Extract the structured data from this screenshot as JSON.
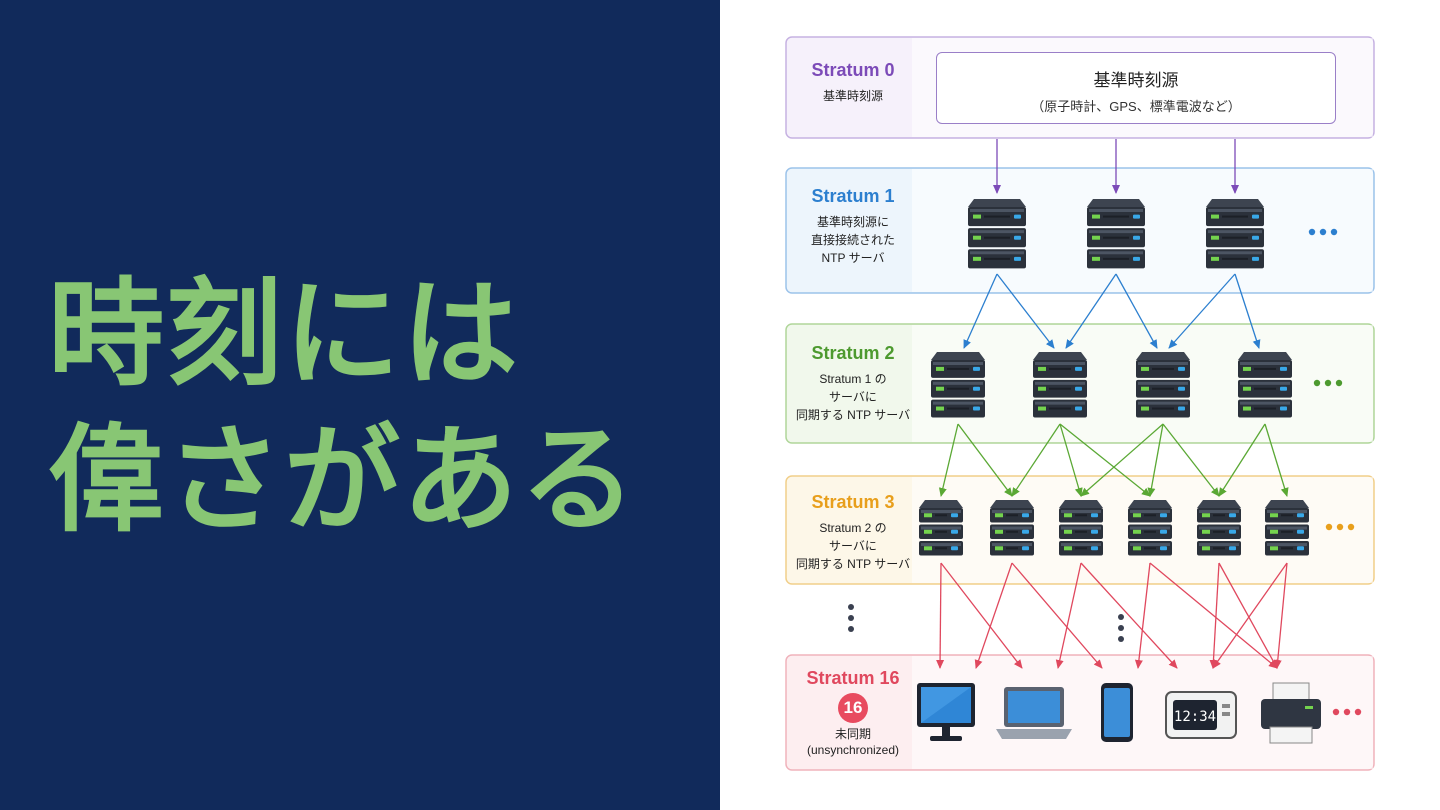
{
  "headline": {
    "line1": "時刻には",
    "line2": "偉さがある"
  },
  "strata": [
    {
      "title": "Stratum 0",
      "desc": [
        "基準時刻源"
      ],
      "color": "#7c4bb8",
      "bg": "#f6f1fb",
      "border": "#c6b2e2",
      "box": {
        "title": "基準時刻源",
        "subtitle": "（原子時計、GPS、標準電波など）"
      }
    },
    {
      "title": "Stratum 1",
      "desc": [
        "基準時刻源に",
        "直接接続された",
        "NTP サーバ"
      ],
      "color": "#2c7fcf",
      "bg": "#edf5fc",
      "border": "#9cc3ea",
      "servers": 3,
      "more": "•••"
    },
    {
      "title": "Stratum 2",
      "desc": [
        "Stratum 1 の",
        "サーバに",
        "同期する NTP サーバ"
      ],
      "color": "#4d9a2f",
      "bg": "#f1f8ec",
      "border": "#b0d69a",
      "servers": 4,
      "more": "•••"
    },
    {
      "title": "Stratum 3",
      "desc": [
        "Stratum 2 の",
        "サーバに",
        "同期する NTP サーバ"
      ],
      "color": "#e89f1c",
      "bg": "#fdf7e8",
      "border": "#f1cf8a",
      "servers": 6,
      "more": "•••"
    },
    {
      "title": "Stratum 16",
      "badge": "16",
      "desc": [
        "未同期",
        "(unsynchronized)"
      ],
      "color": "#e0485e",
      "bg": "#fdeef0",
      "border": "#f0b3bc",
      "devices": [
        "monitor-icon",
        "laptop-icon",
        "smartphone-icon",
        "clock-icon",
        "printer-icon"
      ],
      "more": "•••"
    }
  ],
  "clock_time": "12:34",
  "gap_marker": "⋮",
  "colors": {
    "arrow_purple": "#7c4bb8",
    "arrow_blue": "#2c7fcf",
    "arrow_green": "#5aa834",
    "arrow_orange": "#e89f1c",
    "arrow_red": "#e0485e"
  }
}
